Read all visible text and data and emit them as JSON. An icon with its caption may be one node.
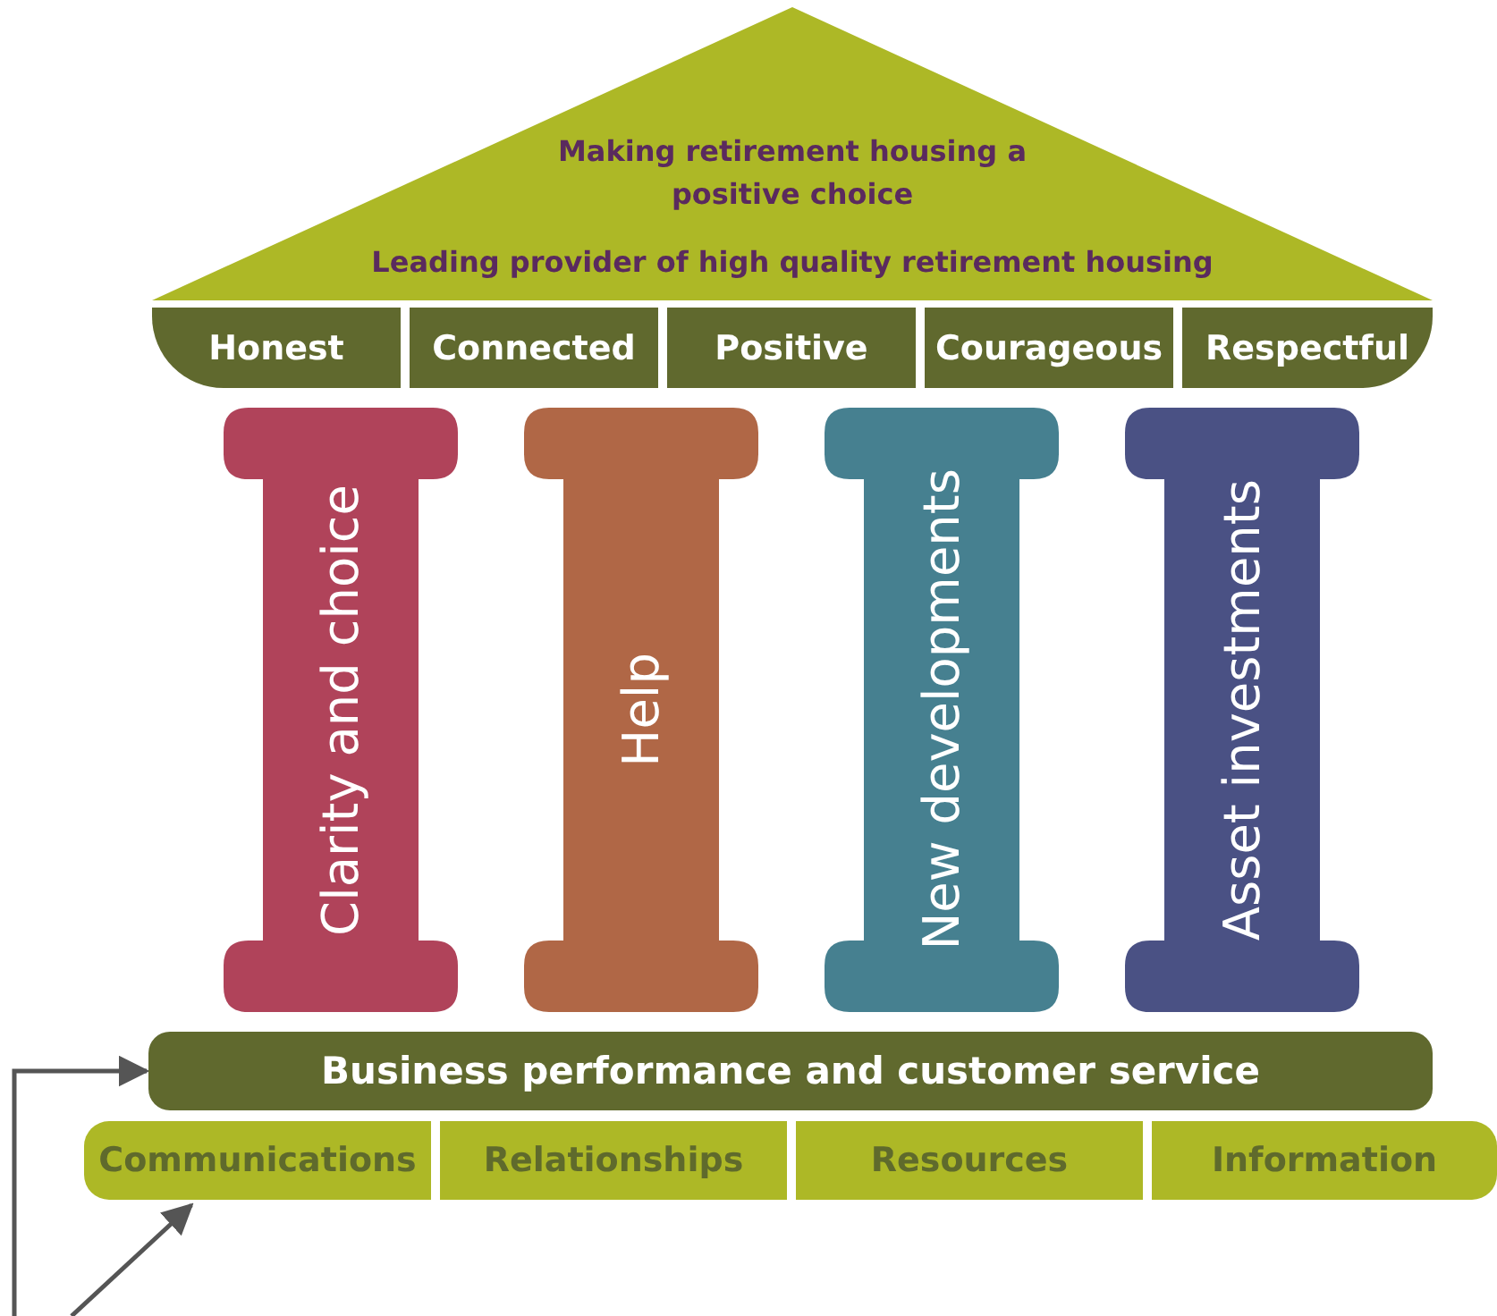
{
  "diagram": {
    "nodes": [
      {
        "text": [
          "Making retirement housing a positive choice",
          "Leading provider of high quality retirement housing"
        ]
      },
      {
        "text": [
          "Honest"
        ]
      },
      {
        "text": [
          "Connected"
        ]
      },
      {
        "text": [
          "Positive"
        ]
      },
      {
        "text": [
          "Courageous"
        ]
      },
      {
        "text": [
          "Respectful"
        ]
      },
      {
        "text": [
          "Clarity and choice"
        ]
      },
      {
        "text": [
          "Help"
        ]
      },
      {
        "text": [
          "New developments"
        ]
      },
      {
        "text": [
          "Asset investments"
        ]
      },
      {
        "text": [
          "Business performance and customer service"
        ]
      },
      {
        "text": [
          "Communications"
        ]
      },
      {
        "text": [
          "Relationships"
        ]
      },
      {
        "text": [
          "Resources"
        ]
      },
      {
        "text": [
          "Information"
        ]
      }
    ],
    "edges": [
      {
        "from": null,
        "to": 10,
        "arrow": "to"
      },
      {
        "from": null,
        "to": 11,
        "arrow": "to"
      }
    ]
  }
}
